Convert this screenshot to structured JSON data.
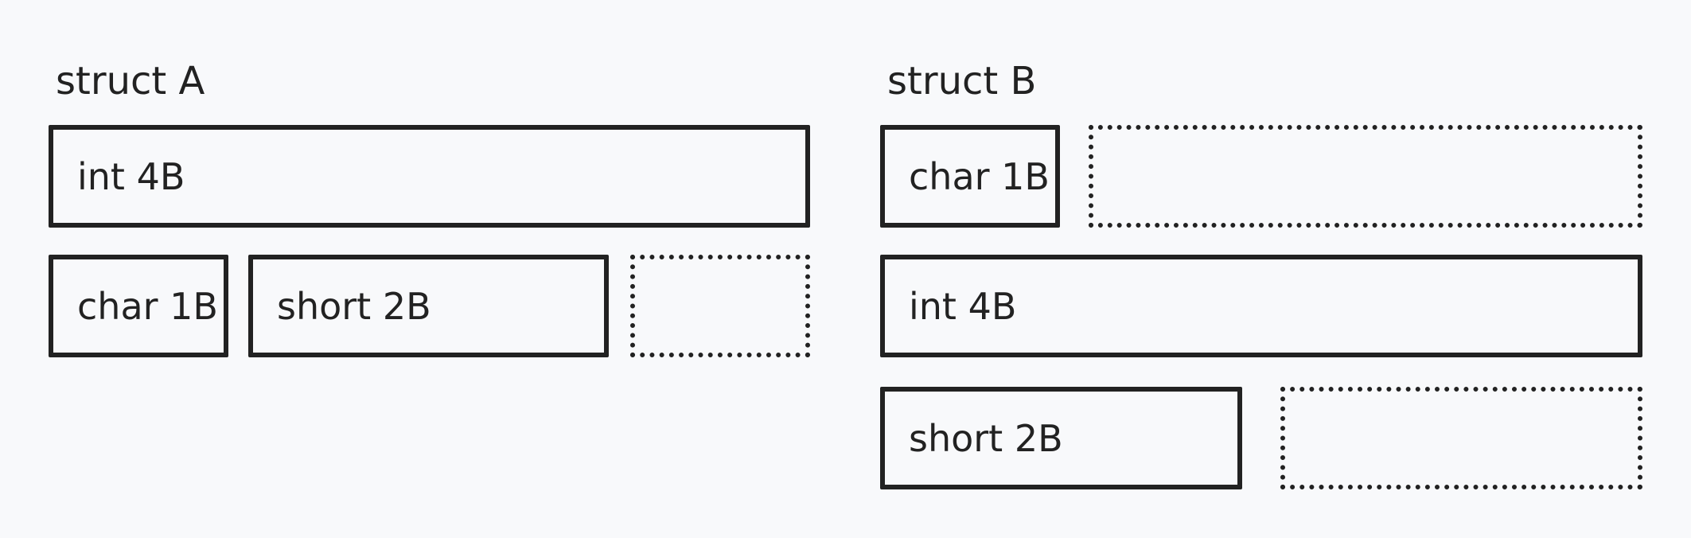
{
  "structs": [
    {
      "title": "struct A",
      "rows": [
        [
          {
            "kind": "field",
            "label": "int 4B"
          }
        ],
        [
          {
            "kind": "field",
            "label": "char 1B"
          },
          {
            "kind": "field",
            "label": "short 2B"
          },
          {
            "kind": "padding"
          }
        ]
      ]
    },
    {
      "title": "struct B",
      "rows": [
        [
          {
            "kind": "field",
            "label": "char 1B"
          },
          {
            "kind": "padding"
          }
        ],
        [
          {
            "kind": "field",
            "label": "int 4B"
          }
        ],
        [
          {
            "kind": "field",
            "label": "short 2B"
          },
          {
            "kind": "padding"
          }
        ]
      ]
    }
  ]
}
